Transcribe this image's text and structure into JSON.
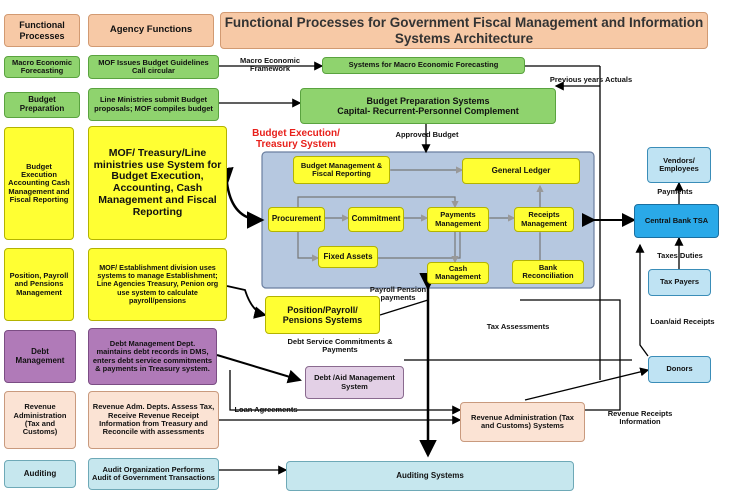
{
  "header": {
    "col1": "Functional Processes",
    "col2": "Agency Functions",
    "title": "Functional Processes for Government Fiscal Management and Information Systems Architecture"
  },
  "functions": {
    "macro": "Macro Economic Forecasting",
    "budget_prep": "Budget Preparation",
    "budget_exec": "Budget Execution Accounting Cash Management and Fiscal Reporting",
    "position": "Position, Payroll and Pensions Management",
    "debt": "Debt Management",
    "revenue": "Revenue Administration (Tax and Customs)",
    "auditing": "Auditing"
  },
  "agency": {
    "macro": "MOF Issues Budget Guidelines Call circular",
    "budget_prep": "Line Ministries submit Budget proposals; MOF compiles budget",
    "budget_exec": "MOF/ Treasury/Line ministries use System for Budget Execution, Accounting, Cash Management and Fiscal Reporting",
    "position": "MOF/ Establishment division uses systems to manage Establishment; Line Agencies Treasury, Penion org use system to calculate payroll/pensions",
    "debt": "Debt Management Dept. maintains debt records in DMS, enters debt service commitments & payments in Treasury system.",
    "revenue": "Revenue Adm. Depts. Assess Tax, Receive Revenue Receipt Information from Treasury and Reconcile with assessments",
    "auditing": "Audit Organization Performs Audit of Government Transactions"
  },
  "systems": {
    "macro": "Systems for Macro Economic Forecasting",
    "budget_prep": "Budget Preparation Systems\nCapital- Recurrent-Personnel Complement",
    "treasury_title": "Budget Execution/ Treasury System",
    "bm_fr": "Budget Management & Fiscal Reporting",
    "gl": "General Ledger",
    "procurement": "Procurement",
    "commitment": "Commitment",
    "payments_mgmt": "Payments Management",
    "receipts_mgmt": "Receipts Management",
    "fixed_assets": "Fixed Assets",
    "cash_mgmt": "Cash Management",
    "bank_recon": "Bank Reconciliation",
    "position": "Position/Payroll/ Pensions Systems",
    "debt": "Debt /Aid Management System",
    "revenue": "Revenue Administration (Tax and Customs) Systems",
    "auditing": "Auditing Systems"
  },
  "external": {
    "vendors": "Vendors/ Employees",
    "central_bank": "Central Bank TSA",
    "tax_payers": "Tax Payers",
    "donors": "Donors"
  },
  "labels": {
    "macro_framework": "Macro Economic Framework",
    "prev_actuals": "Previous years Actuals",
    "approved_budget": "Approved Budget",
    "payments": "Payments",
    "taxes_duties": "Taxes Duties",
    "loan_aid_receipts": "Loan/aid Receipts",
    "payroll_pension": "Payroll Pension payments",
    "tax_assessments": "Tax Assessments",
    "debt_service": "Debt Service Commitments & Payments",
    "loan_agreements": "Loan Agreements",
    "revenue_receipts": "Revenue Receipts Information"
  },
  "colors": {
    "functional": "#f7c9a6",
    "agency_green": "#8fd36e",
    "agency_yellow": "#ffff33",
    "treasury_panel": "#b6c8e0",
    "treasury_title": "#e8201b",
    "central_bank": "#2aa9e8"
  }
}
